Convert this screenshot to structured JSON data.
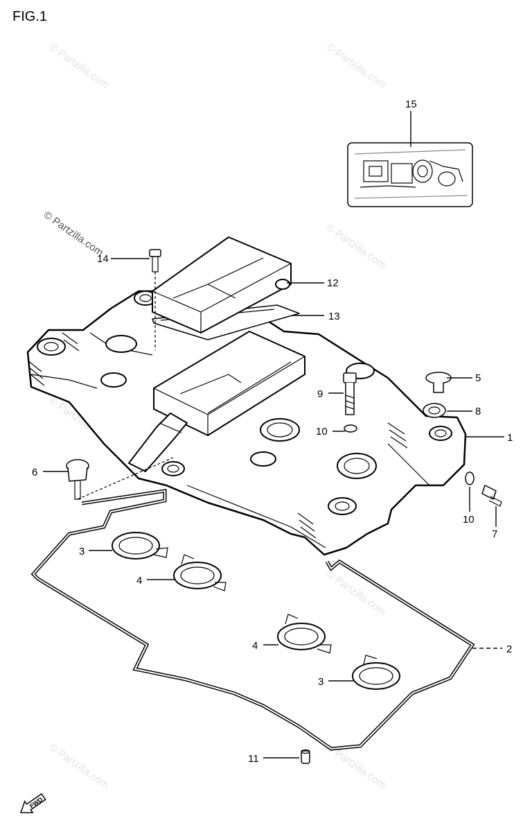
{
  "figure": {
    "title": "FIG.1"
  },
  "watermark": {
    "text": "© Partzilla.com",
    "color": "#e2e2e2"
  },
  "callouts": [
    {
      "id": "c1",
      "text": "1"
    },
    {
      "id": "c2",
      "text": "2"
    },
    {
      "id": "c3a",
      "text": "3"
    },
    {
      "id": "c3b",
      "text": "3"
    },
    {
      "id": "c4a",
      "text": "4"
    },
    {
      "id": "c4b",
      "text": "4"
    },
    {
      "id": "c5",
      "text": "5"
    },
    {
      "id": "c6",
      "text": "6"
    },
    {
      "id": "c7",
      "text": "7"
    },
    {
      "id": "c8",
      "text": "8"
    },
    {
      "id": "c9",
      "text": "9"
    },
    {
      "id": "c10a",
      "text": "10"
    },
    {
      "id": "c10b",
      "text": "10"
    },
    {
      "id": "c11",
      "text": "11"
    },
    {
      "id": "c12",
      "text": "12"
    },
    {
      "id": "c13",
      "text": "13"
    },
    {
      "id": "c14",
      "text": "14"
    },
    {
      "id": "c15",
      "text": "15"
    }
  ],
  "fwd_badge": {
    "text": "FWD"
  }
}
